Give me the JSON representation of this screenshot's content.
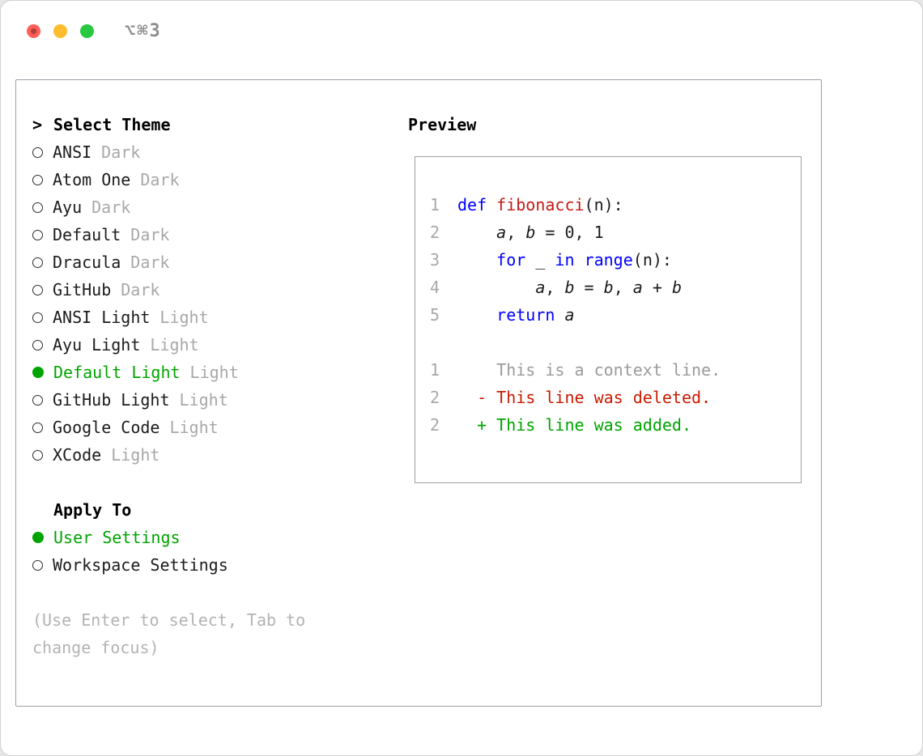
{
  "window": {
    "shortcut": "⌥⌘3"
  },
  "colors": {
    "keyword": "#0000ff",
    "function": "#c41a16",
    "deleted": "#c91b00",
    "added": "#00a400",
    "muted": "#a8a8a8",
    "context": "#9b9b9b"
  },
  "theme_panel": {
    "title_prefix": ">",
    "title": "Select Theme",
    "items": [
      {
        "name": "ANSI",
        "variant": "Dark",
        "selected": false
      },
      {
        "name": "Atom One",
        "variant": "Dark",
        "selected": false
      },
      {
        "name": "Ayu",
        "variant": "Dark",
        "selected": false
      },
      {
        "name": "Default",
        "variant": "Dark",
        "selected": false
      },
      {
        "name": "Dracula",
        "variant": "Dark",
        "selected": false
      },
      {
        "name": "GitHub",
        "variant": "Dark",
        "selected": false
      },
      {
        "name": "ANSI Light",
        "variant": "Light",
        "selected": false
      },
      {
        "name": "Ayu Light",
        "variant": "Light",
        "selected": false
      },
      {
        "name": "Default Light",
        "variant": "Light",
        "selected": true
      },
      {
        "name": "GitHub Light",
        "variant": "Light",
        "selected": false
      },
      {
        "name": "Google Code",
        "variant": "Light",
        "selected": false
      },
      {
        "name": "XCode",
        "variant": "Light",
        "selected": false
      }
    ],
    "apply_to": {
      "title": "Apply To",
      "options": [
        {
          "label": "User Settings",
          "selected": true
        },
        {
          "label": "Workspace Settings",
          "selected": false
        }
      ]
    },
    "hint": "(Use Enter to select, Tab to change focus)"
  },
  "preview": {
    "title": "Preview",
    "lines": [
      {
        "num": "1",
        "tokens": [
          {
            "t": "def ",
            "c": "kw"
          },
          {
            "t": "fibonacci",
            "c": "fn"
          },
          {
            "t": "(n):",
            "c": "plain"
          }
        ]
      },
      {
        "num": "2",
        "tokens": [
          {
            "t": "    ",
            "c": "plain"
          },
          {
            "t": "a",
            "c": "var"
          },
          {
            "t": ", ",
            "c": "plain"
          },
          {
            "t": "b",
            "c": "var"
          },
          {
            "t": " = 0, 1",
            "c": "plain"
          }
        ]
      },
      {
        "num": "3",
        "tokens": [
          {
            "t": "    ",
            "c": "plain"
          },
          {
            "t": "for",
            "c": "kw"
          },
          {
            "t": " _ ",
            "c": "plain"
          },
          {
            "t": "in",
            "c": "kw"
          },
          {
            "t": " ",
            "c": "plain"
          },
          {
            "t": "range",
            "c": "kw"
          },
          {
            "t": "(n):",
            "c": "plain"
          }
        ]
      },
      {
        "num": "4",
        "tokens": [
          {
            "t": "        ",
            "c": "plain"
          },
          {
            "t": "a",
            "c": "var"
          },
          {
            "t": ", ",
            "c": "plain"
          },
          {
            "t": "b",
            "c": "var"
          },
          {
            "t": " = ",
            "c": "plain"
          },
          {
            "t": "b",
            "c": "var"
          },
          {
            "t": ", ",
            "c": "plain"
          },
          {
            "t": "a",
            "c": "var"
          },
          {
            "t": " + ",
            "c": "plain"
          },
          {
            "t": "b",
            "c": "var"
          }
        ]
      },
      {
        "num": "5",
        "tokens": [
          {
            "t": "    ",
            "c": "plain"
          },
          {
            "t": "return",
            "c": "kw"
          },
          {
            "t": " ",
            "c": "plain"
          },
          {
            "t": "a",
            "c": "var"
          }
        ]
      },
      {
        "num": "",
        "tokens": []
      },
      {
        "num": "1",
        "tokens": [
          {
            "t": "    This is a context line.",
            "c": "ctx"
          }
        ]
      },
      {
        "num": "2",
        "tokens": [
          {
            "t": "  - This line was deleted.",
            "c": "del"
          }
        ]
      },
      {
        "num": "2",
        "tokens": [
          {
            "t": "  + This line was added.",
            "c": "add"
          }
        ]
      }
    ]
  }
}
